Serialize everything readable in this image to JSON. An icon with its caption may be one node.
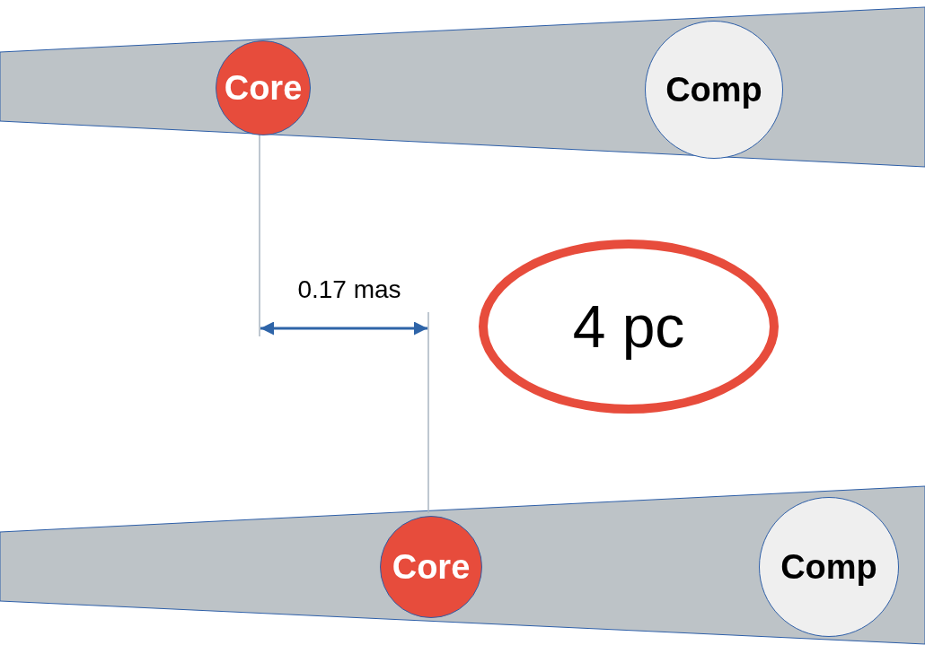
{
  "diagram": {
    "nodes": [
      {
        "text": [
          "Core"
        ]
      },
      {
        "text": [
          "Comp"
        ]
      },
      {
        "text": [
          "Core"
        ]
      },
      {
        "text": [
          "Comp"
        ]
      },
      {
        "text": [
          "4 pc"
        ]
      }
    ],
    "labels": [
      "0.17 mas"
    ]
  }
}
